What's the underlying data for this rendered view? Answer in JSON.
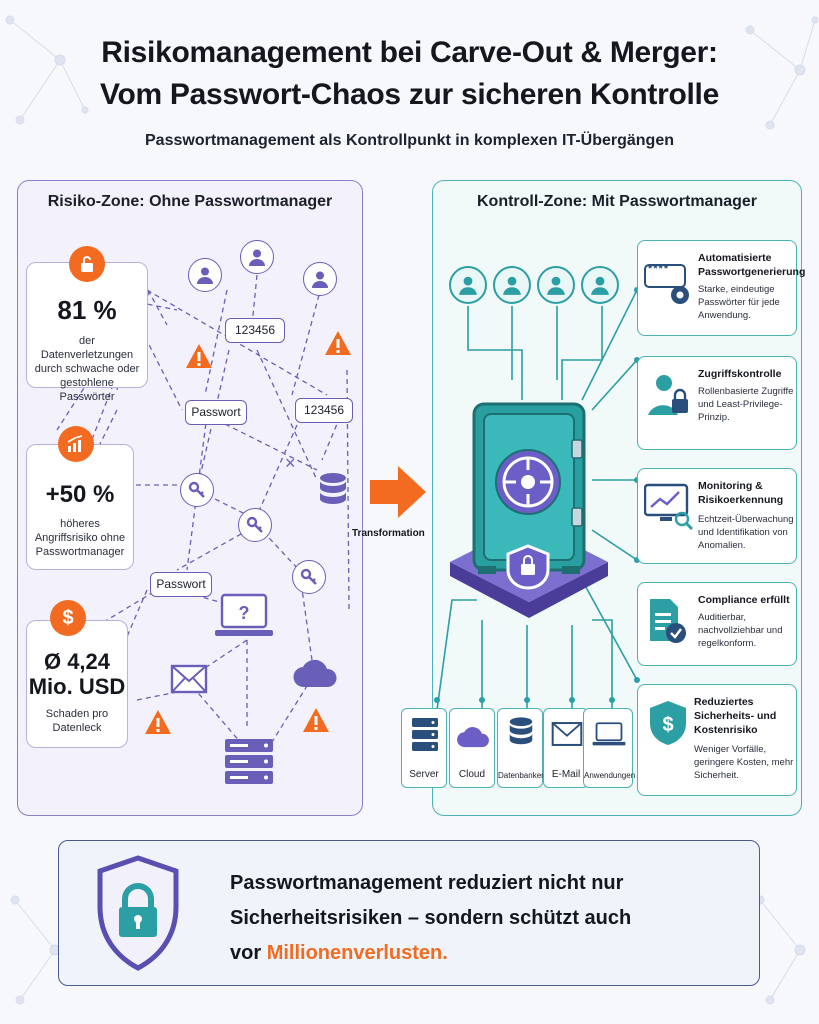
{
  "header": {
    "title_line1": "Risikomanagement bei Carve-Out & Merger:",
    "title_line2": "Vom Passwort-Chaos zur sicheren Kontrolle",
    "subtitle": "Passwortmanagement als Kontrollpunkt in komplexen IT-Übergängen"
  },
  "left_panel": {
    "title": "Risiko-Zone: Ohne Passwortmanager",
    "stats": [
      {
        "value": "81 %",
        "description": "der Datenverletzungen durch schwache oder gestohlene Passwörter"
      },
      {
        "value": "+50 %",
        "description": "höheres Angriffsrisiko ohne Passwortmanager"
      },
      {
        "value_line1": "Ø 4,24",
        "value_line2": "Mio. USD",
        "description": "Schaden pro Datenleck"
      }
    ],
    "password_labels": [
      "123456",
      "Passwort",
      "123456",
      "Passwort"
    ]
  },
  "transformation_label": "Transformation",
  "right_panel": {
    "title": "Kontroll-Zone: Mit Passwortmanager",
    "features": [
      {
        "title": "Automatisierte Passwortgenerierung",
        "description": "Starke, eindeutige Passwörter für jede Anwendung.",
        "mask": "****"
      },
      {
        "title": "Zugriffskontrolle",
        "description": "Rollenbasierte Zugriffe und Least-Privilege-Prinzip."
      },
      {
        "title": "Monitoring & Risikoerkennung",
        "description": "Echtzeit-Überwachung und Identifikation von Anomalien."
      },
      {
        "title": "Compliance erfüllt",
        "description": "Auditierbar, nachvollziehbar und regelkonform."
      },
      {
        "title": "Reduziertes Sicherheits- und Kostenrisiko",
        "description": "Weniger Vorfälle, geringere Kosten, mehr Sicherheit."
      }
    ],
    "targets": [
      "Server",
      "Cloud",
      "Datenbanken",
      "E-Mail",
      "Anwendungen"
    ]
  },
  "banner": {
    "line1": "Passwortmanagement reduziert nicht nur",
    "line2": "Sicherheitsrisiken – sondern schützt auch",
    "line3_prefix": "vor ",
    "line3_highlight": "Millionenverlusten."
  },
  "colors": {
    "accent_orange": "#f26b21",
    "risk_purple": "#6a5fb8",
    "control_teal": "#2b9fa3",
    "banner_border": "#4a5a8f"
  }
}
